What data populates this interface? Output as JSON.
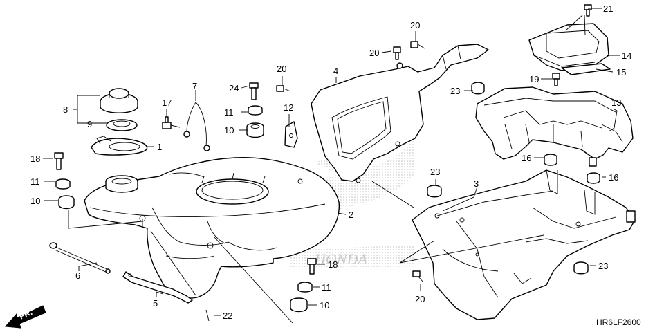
{
  "diagram": {
    "code": "HR6LF2600",
    "direction_label": "FR.",
    "callouts": {
      "c1": "1",
      "c2": "2",
      "c3": "3",
      "c4": "4",
      "c5": "5",
      "c6": "6",
      "c7": "7",
      "c8": "8",
      "c9": "9",
      "c10a": "10",
      "c10b": "10",
      "c10c": "10",
      "c11a": "11",
      "c11b": "11",
      "c11c": "11",
      "c12": "12",
      "c13": "13",
      "c14": "14",
      "c15": "15",
      "c16a": "16",
      "c16b": "16",
      "c17": "17",
      "c18a": "18",
      "c18b": "18",
      "c19": "19",
      "c20a": "20",
      "c20b": "20",
      "c20c": "20",
      "c20d": "20",
      "c21": "21",
      "c22": "22",
      "c23a": "23",
      "c23b": "23",
      "c23c": "23",
      "c24": "24"
    }
  }
}
